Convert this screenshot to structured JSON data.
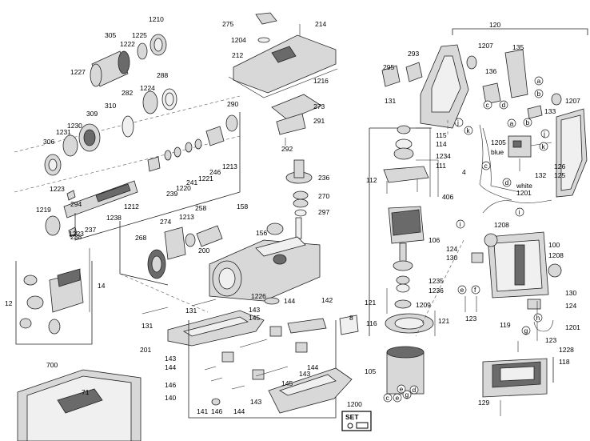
{
  "labels": {
    "n1210": "1210",
    "n305": "305",
    "n1225": "1225",
    "n1222": "1222",
    "n1227": "1227",
    "n1224": "1224",
    "n288": "288",
    "n282": "282",
    "n310": "310",
    "n309": "309",
    "n1230": "1230",
    "n1231": "1231",
    "n306": "306",
    "n1213a": "1213",
    "n246": "246",
    "n1221": "1221",
    "n241": "241",
    "n1220": "1220",
    "n239": "239",
    "n1212": "1212",
    "n1223a": "1223",
    "n294": "294",
    "n1219": "1219",
    "n1223b": "1223",
    "n238": "238",
    "n237": "237",
    "n1238": "1238",
    "n290": "290",
    "n275": "275",
    "n214": "214",
    "n1204": "1204",
    "n212": "212",
    "n1216": "1216",
    "n273": "273",
    "n291": "291",
    "n292": "292",
    "n236": "236",
    "n270": "270",
    "n297": "297",
    "n158": "158",
    "n156": "156",
    "n258": "258",
    "n1213b": "1213",
    "n274": "274",
    "n268": "268",
    "n200": "200",
    "n1226": "1226",
    "n144a": "144",
    "n131a": "131",
    "n131b": "131",
    "n143a": "143",
    "n145a": "145",
    "n142": "142",
    "n201": "201",
    "n8": "8",
    "n143b": "143",
    "n144b": "144",
    "n144c": "144",
    "n143c": "143",
    "n146a": "146",
    "n145b": "145",
    "n140": "140",
    "n141": "141",
    "n146b": "146",
    "n144d": "144",
    "n143d": "143",
    "n700": "700",
    "n71": "71",
    "n14": "14",
    "n12": "12",
    "n1200": "1200",
    "set": "SET",
    "n120": "120",
    "n1207a": "1207",
    "n135": "135",
    "n293": "293",
    "n295": "295",
    "n136": "136",
    "n131c": "131",
    "n1207b": "1207",
    "n133": "133",
    "n115": "115",
    "n114": "114",
    "n1234": "1234",
    "n111": "111",
    "n112": "112",
    "n406": "406",
    "n1205": "1205",
    "blue": "blue",
    "n4": "4",
    "n132": "132",
    "n126": "126",
    "n125": "125",
    "white": "white",
    "n1201a": "1201",
    "n106": "106",
    "n1208a": "1208",
    "n100": "100",
    "n1208b": "1208",
    "n124a": "124",
    "n130a": "130",
    "n1235": "1235",
    "n1236": "1236",
    "n121a": "121",
    "n1209": "1209",
    "n121b": "121",
    "n116": "116",
    "n105": "105",
    "n130b": "130",
    "n124b": "124",
    "n123a": "123",
    "n119": "119",
    "n1201b": "1201",
    "n123b": "123",
    "n1228": "1228",
    "n118": "118",
    "n129": "129",
    "la": "a",
    "lb": "b",
    "lc": "c",
    "ld": "d",
    "le": "e",
    "lf": "f",
    "lg": "g",
    "lh": "h",
    "li": "i",
    "lj": "j",
    "lk": "k",
    "la2": "a",
    "lb2": "b",
    "lc2": "c",
    "ld2": "d",
    "li2": "i",
    "lj2": "j",
    "lk2": "k",
    "le2": "e",
    "lf2": "f",
    "lg2": "g",
    "lh2": "h",
    "lc3": "c",
    "le3": "e",
    "lg3": "g",
    "ld3": "d"
  }
}
